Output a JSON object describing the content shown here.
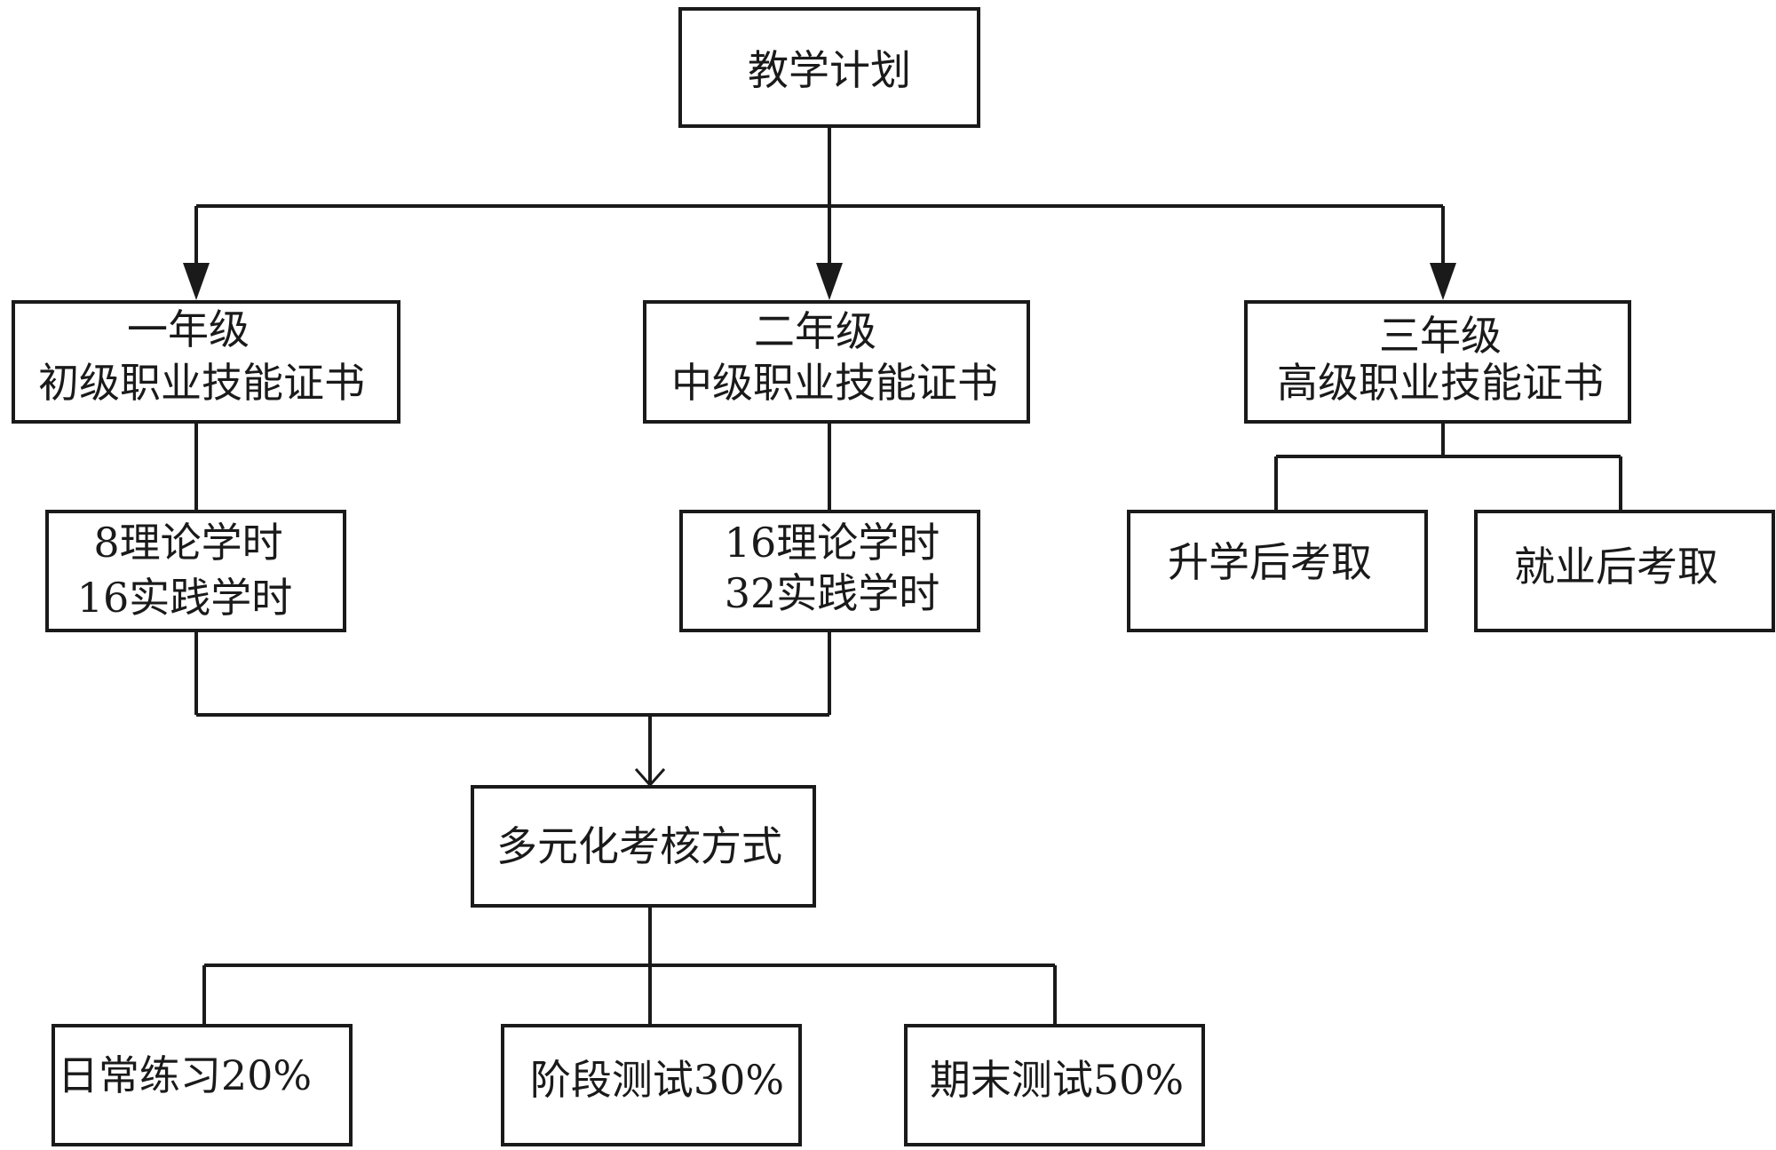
{
  "nodes": {
    "plan": {
      "line1": "教学计划"
    },
    "grade1": {
      "line1": "一年级",
      "line2": "初级职业技能证书"
    },
    "grade2": {
      "line1": "二年级",
      "line2": "中级职业技能证书"
    },
    "grade3": {
      "line1": "三年级",
      "line2": "高级职业技能证书"
    },
    "hours1": {
      "line1": "8理论学时",
      "line2": "16实践学时"
    },
    "hours2": {
      "line1": "16理论学时",
      "line2": "32实践学时"
    },
    "further_study": {
      "line1": "升学后考取"
    },
    "employment": {
      "line1": "就业后考取"
    },
    "assessment": {
      "line1": "多元化考核方式"
    },
    "daily": {
      "line1": "日常练习20%"
    },
    "stage": {
      "line1": "阶段测试30%"
    },
    "final": {
      "line1": "期末测试50%"
    }
  },
  "colors": {
    "stroke": "#1a1a1a",
    "background": "#ffffff"
  }
}
